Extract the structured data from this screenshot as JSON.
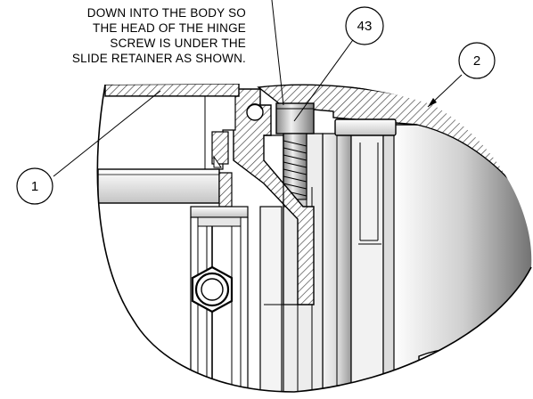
{
  "note": {
    "lines": [
      "DOWN INTO THE BODY SO",
      "THE HEAD OF THE HINGE",
      "SCREW IS UNDER THE",
      "SLIDE RETAINER AS SHOWN."
    ]
  },
  "callouts": [
    {
      "id": "1",
      "label": "1"
    },
    {
      "id": "2",
      "label": "2"
    },
    {
      "id": "43",
      "label": "43"
    }
  ],
  "colors": {
    "line": "#000000",
    "metal_light": "#e8e8e8",
    "metal_mid": "#bdbdbd",
    "metal_dark": "#7a7a7a",
    "hatch": "#3a3a3a"
  }
}
